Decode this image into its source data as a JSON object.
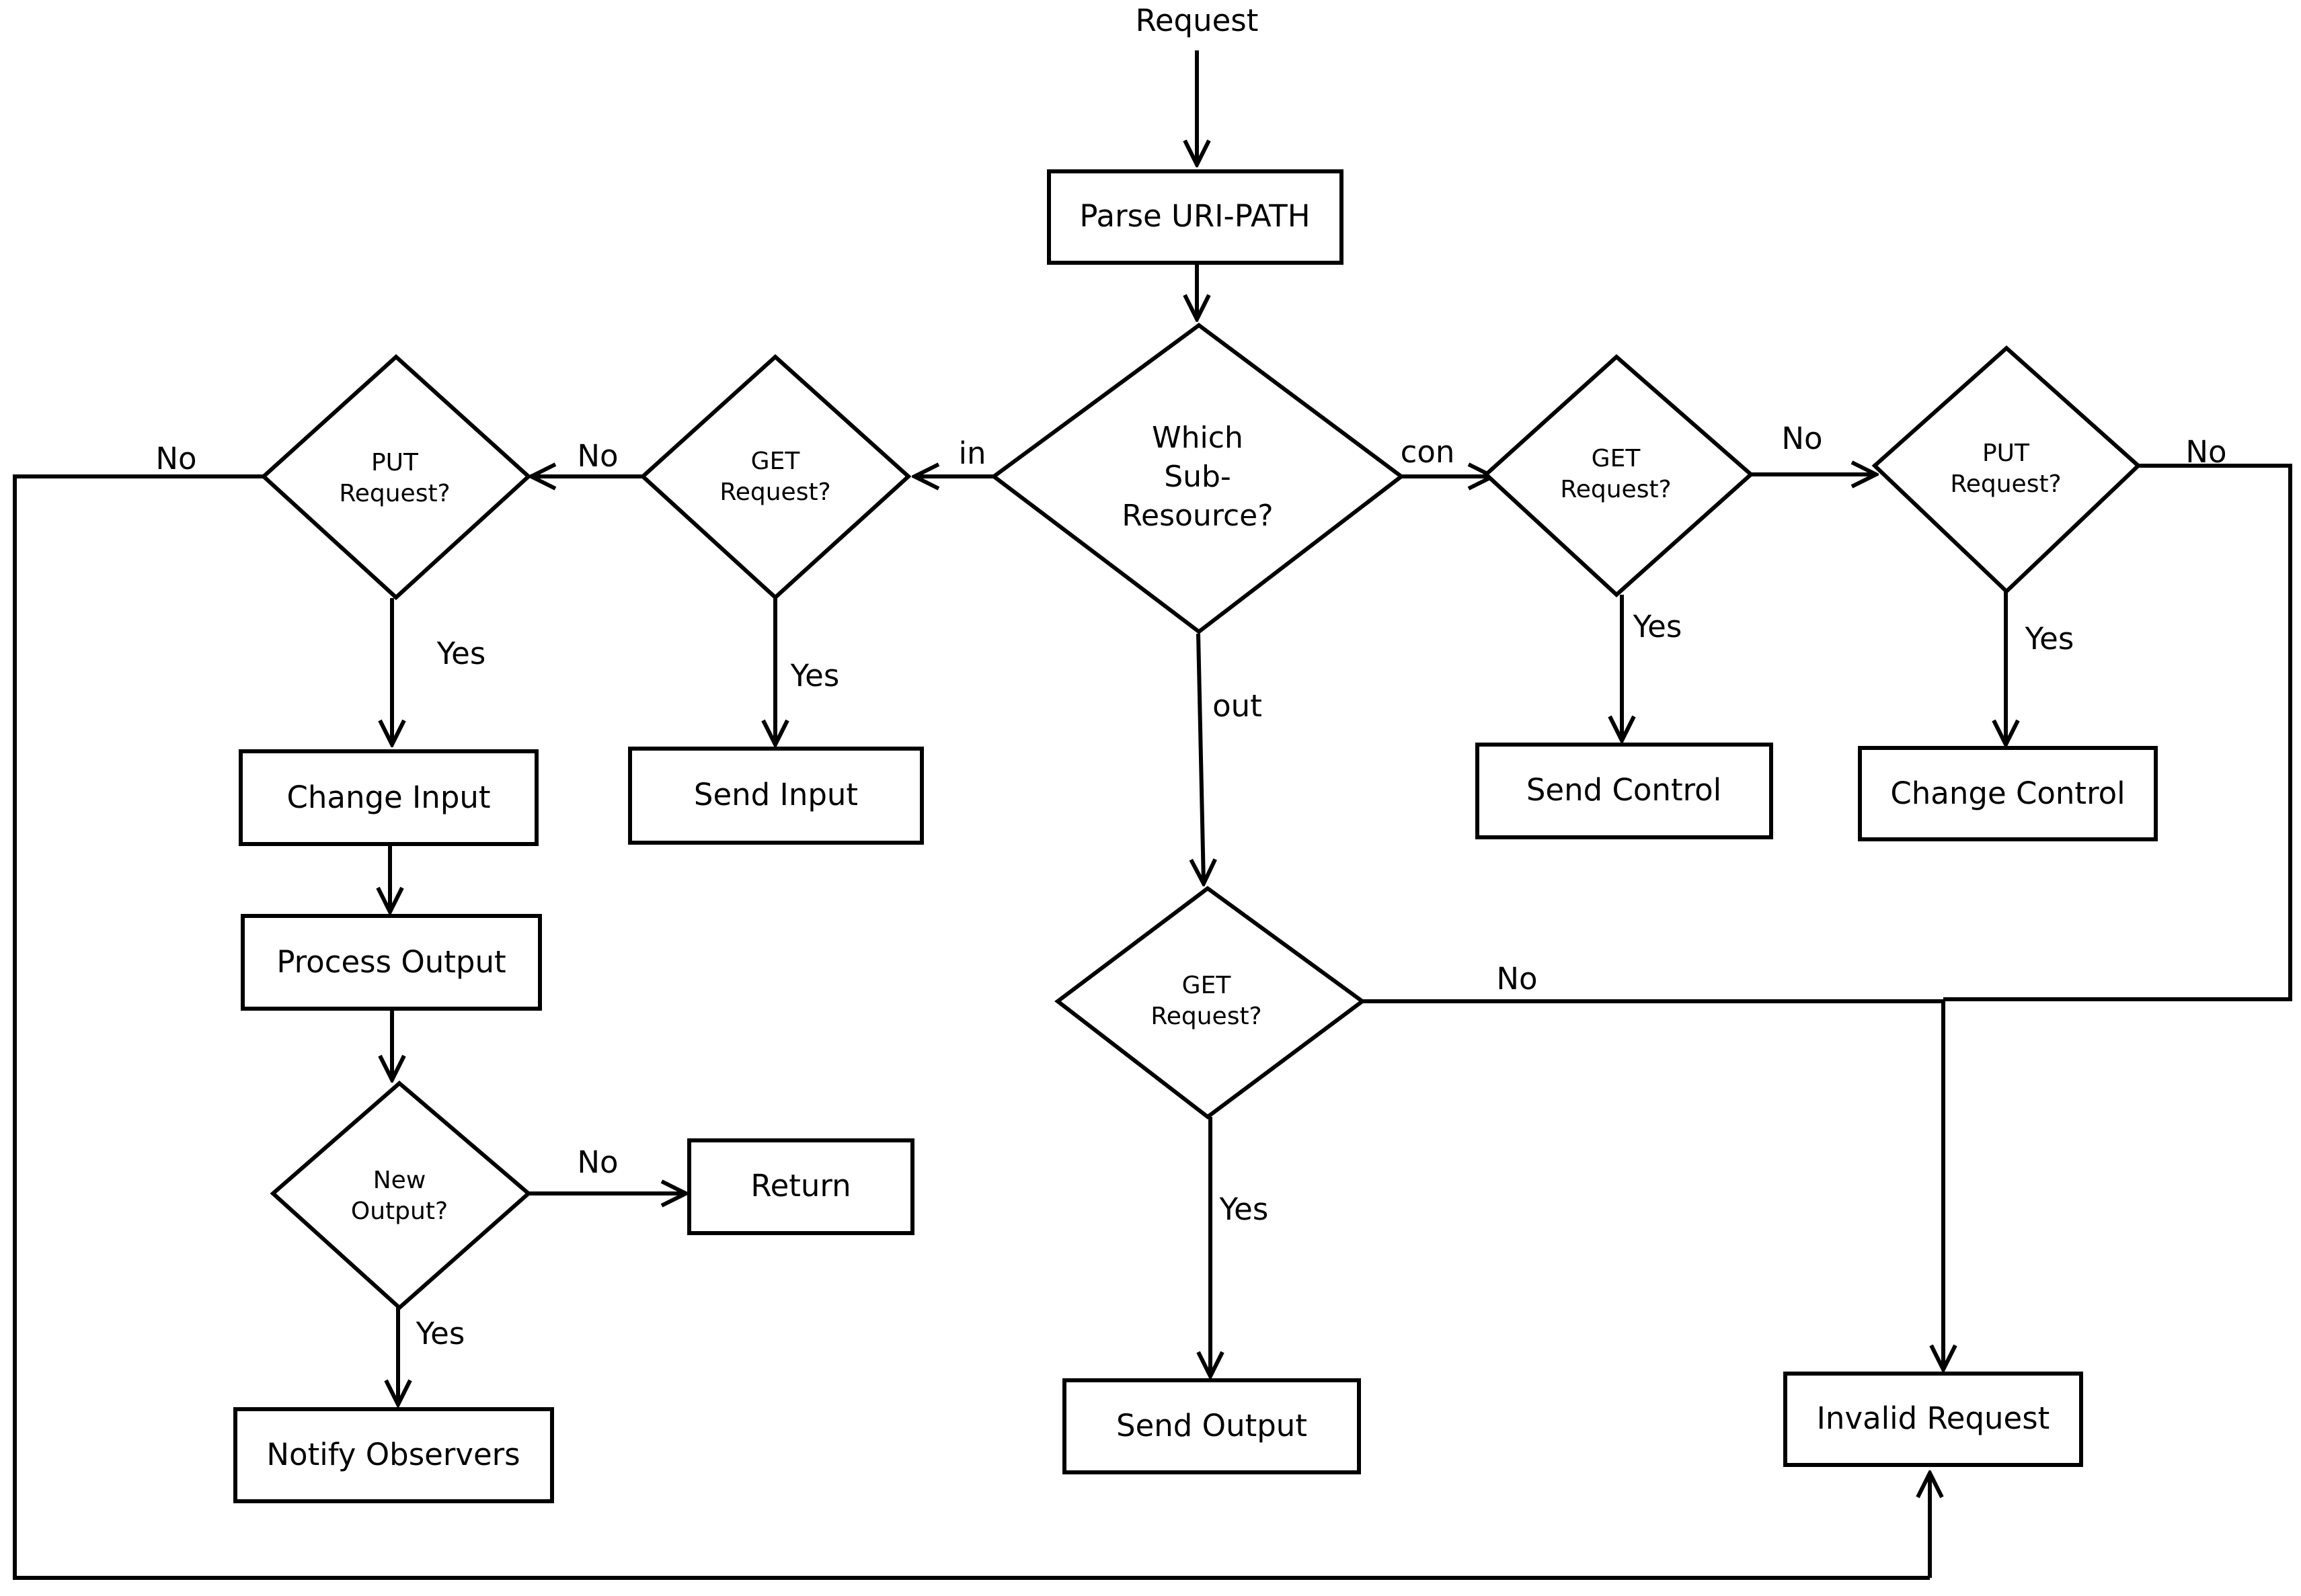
{
  "start_label": "Request",
  "nodes": {
    "parse": "Parse URI-PATH",
    "which": [
      "Which",
      "Sub-",
      "Resource?"
    ],
    "get_in": [
      "GET",
      "Request?"
    ],
    "put_in": [
      "PUT",
      "Request?"
    ],
    "get_con": [
      "GET",
      "Request?"
    ],
    "put_con": [
      "PUT",
      "Request?"
    ],
    "get_out": [
      "GET",
      "Request?"
    ],
    "new_output": [
      "New",
      "Output?"
    ],
    "change_input": "Change Input",
    "send_input": "Send Input",
    "process_output": "Process Output",
    "return": "Return",
    "notify": "Notify Observers",
    "send_control": "Send Control",
    "change_control": "Change Control",
    "send_output": "Send Output",
    "invalid": "Invalid Request"
  },
  "edge_labels": {
    "in": "in",
    "con": "con",
    "out": "out",
    "put_in_no": "No",
    "get_in_no": "No",
    "put_in_yes": "Yes",
    "get_in_yes": "Yes",
    "get_con_no": "No",
    "put_con_no": "No",
    "get_con_yes": "Yes",
    "put_con_yes": "Yes",
    "get_out_no": "No",
    "get_out_yes": "Yes",
    "new_output_no": "No",
    "new_output_yes": "Yes"
  }
}
